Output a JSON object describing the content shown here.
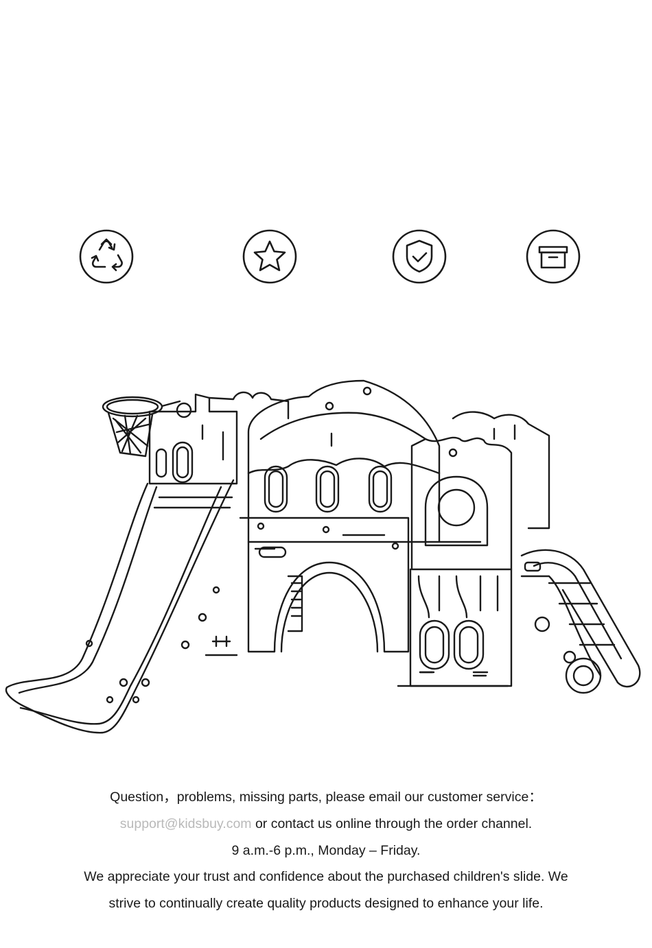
{
  "icons": [
    {
      "name": "recycle-icon"
    },
    {
      "name": "star-icon"
    },
    {
      "name": "shield-check-icon"
    },
    {
      "name": "storage-box-icon"
    }
  ],
  "illustration": {
    "name": "playground-slide-line-drawing"
  },
  "contact": {
    "line1": "Question，problems, missing parts, please email our customer service：",
    "email": "support@kidsbuy.com",
    "line2_rest": " or contact us online through the order channel.",
    "line3": "9 a.m.-6 p.m., Monday – Friday.",
    "line4": "We appreciate your trust and confidence about the purchased children's slide. We",
    "line5": "strive to continually create quality products designed to enhance your life."
  },
  "colors": {
    "line_art": "#1a1a1a",
    "email_text": "#b9b9b9",
    "background": "#ffffff"
  }
}
